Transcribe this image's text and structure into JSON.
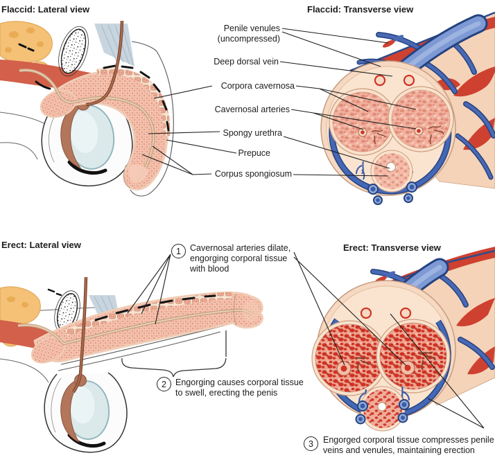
{
  "figure": {
    "type": "anatomical-diagram",
    "subject": "Flaccid and erect penis: lateral and transverse views"
  },
  "panels": {
    "flaccid_lateral": {
      "title": "Flaccid: Lateral view"
    },
    "flaccid_transverse": {
      "title": "Flaccid: Transverse view"
    },
    "erect_lateral": {
      "title": "Erect: Lateral view"
    },
    "erect_transverse": {
      "title": "Erect: Transverse view"
    }
  },
  "labels": [
    {
      "id": "penile-venules",
      "text": "Penile venules (uncompressed)"
    },
    {
      "id": "deep-dorsal-vein",
      "text": "Deep dorsal vein"
    },
    {
      "id": "corpora-cavernosa",
      "text": "Corpora cavernosa"
    },
    {
      "id": "cavernosal-arteries",
      "text": "Cavernosal arteries"
    },
    {
      "id": "spongy-urethra",
      "text": "Spongy urethra"
    },
    {
      "id": "prepuce",
      "text": "Prepuce"
    },
    {
      "id": "corpus-spongiosum",
      "text": "Corpus spongiosum"
    }
  ],
  "annotations": [
    {
      "number": "1",
      "text": "Cavernosal arteries dilate, engorging corporal tissue with blood"
    },
    {
      "number": "2",
      "text": "Engorging causes corporal tissue to swell, erecting the penis"
    },
    {
      "number": "3",
      "text": "Engorged corporal tissue compresses penile veins and venules, maintaining erection"
    }
  ],
  "colors": {
    "tissue_pink": "#F1B19E",
    "engorged_red": "#CE3122",
    "vein_blue": "#4A69B4",
    "vein_blue_dark": "#24427F",
    "vein_blue_light": "#8FA9D9",
    "artery_red": "#CF3425",
    "skin": "#F5D3B8",
    "tunica_pale": "#F8E3CD",
    "fat_orange": "#F4C176",
    "muscle_red": "#D2604A",
    "ligament_gray": "#C8D5DF",
    "vas_brown": "#7D452E",
    "epididymis_brown": "#B3765A",
    "testis_blue": "#DBE9EB",
    "line_black": "#1c1c1c"
  }
}
